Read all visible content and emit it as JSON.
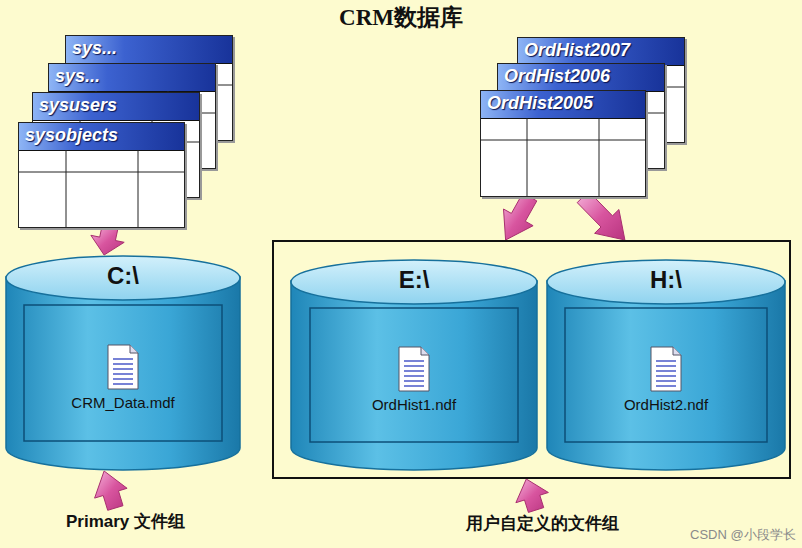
{
  "diagram": {
    "title": "CRM数据库",
    "nodes": [
      {
        "text": [
          "sys..."
        ]
      },
      {
        "text": [
          "sys..."
        ]
      },
      {
        "text": [
          "sysusers"
        ]
      },
      {
        "text": [
          "sysobjects"
        ]
      },
      {
        "text": [
          "OrdHist2007"
        ]
      },
      {
        "text": [
          "OrdHist2006"
        ]
      },
      {
        "text": [
          "OrdHist2005"
        ]
      },
      {
        "text": [
          "C:\\",
          "CRM_Data.mdf"
        ]
      },
      {
        "text": []
      },
      {
        "text": [
          "E:\\",
          "OrdHist1.ndf"
        ],
        "in": 8
      },
      {
        "text": [
          "H:\\",
          "OrdHist2.ndf"
        ],
        "in": 8
      },
      {
        "text": [
          "Primary 文件组"
        ]
      },
      {
        "text": [
          "用户自定义的文件组"
        ]
      }
    ],
    "edges": [
      {
        "from": 3,
        "to": 7,
        "arrow": "to"
      },
      {
        "from": 6,
        "to": 8,
        "arrow": "to"
      },
      {
        "from": 6,
        "to": 8,
        "arrow": "to"
      },
      {
        "from": 11,
        "to": 7,
        "arrow": "to"
      },
      {
        "from": 12,
        "to": 8,
        "arrow": "to"
      }
    ],
    "labels": [
      "CSDN @小段学长"
    ]
  }
}
